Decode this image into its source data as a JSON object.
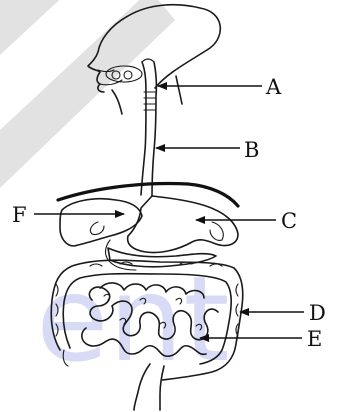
{
  "diagram": {
    "labels": {
      "A": "A",
      "B": "B",
      "C": "C",
      "D": "D",
      "E": "E",
      "F": "F"
    },
    "watermark": {
      "text": "ent",
      "color": "#c7ccf2",
      "stripe_color": "#dcdcdc"
    },
    "ink_color": "#1a1a1a"
  }
}
